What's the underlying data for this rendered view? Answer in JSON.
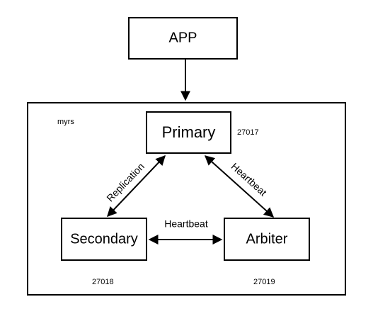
{
  "colors": {
    "stroke": "#000000",
    "fill": "#ffffff",
    "text": "#000000"
  },
  "nodes": {
    "app": {
      "label": "APP"
    },
    "primary": {
      "label": "Primary"
    },
    "secondary": {
      "label": "Secondary"
    },
    "arbiter": {
      "label": "Arbiter"
    }
  },
  "group": {
    "name": "myrs"
  },
  "ports": {
    "primary": "27017",
    "secondary": "27018",
    "arbiter": "27019"
  },
  "edges": {
    "app_to_group": {
      "label": ""
    },
    "primary_secondary": {
      "label": "Replication"
    },
    "primary_arbiter": {
      "label": "Heartbeat"
    },
    "secondary_arbiter": {
      "label": "Heartbeat"
    }
  }
}
